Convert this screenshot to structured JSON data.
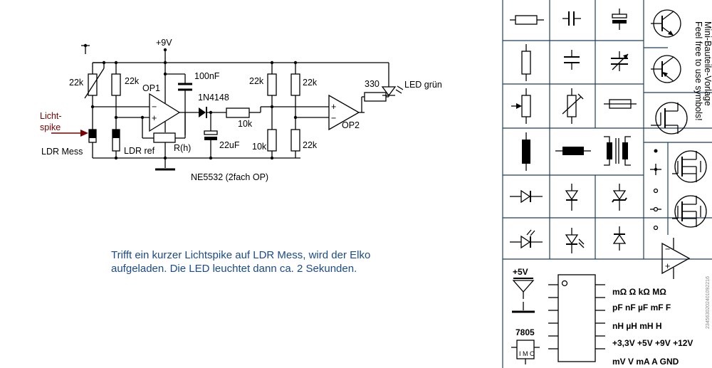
{
  "schematic": {
    "supply": "+9V",
    "labels": {
      "r1": "22k",
      "r2": "22k",
      "r3": "22k",
      "r4": "22k",
      "r5": "22k",
      "c1": "100nF",
      "op1": "OP1",
      "diode": "1N4148",
      "r_10k_a": "10k",
      "r_10k_b": "10k",
      "c2": "22uF",
      "rh": "R(h)",
      "op2": "OP2",
      "r330": "330",
      "led": "LED grün",
      "light_1": "Licht-",
      "light_2": "spike",
      "ldr_mess": "LDR Mess",
      "ldr_ref": "LDR ref",
      "ic": "NE5532 (2fach OP)",
      "plus": "+",
      "minus": "−"
    }
  },
  "note": {
    "text": "Trifft ein kurzer Lichtspike auf LDR Mess, wird der Elko aufgeladen. Die LED leuchtet dann ca. 2 Sekunden."
  },
  "palette": {
    "title_1": "Mini-Bauteile-Vorlage",
    "title_2": "Feel free to use symbols!",
    "watermark": "2345630202401092216",
    "vcc": "+5V",
    "regulator": "7805",
    "reg_pins": "I  M  O",
    "units": [
      "mΩ  Ω  kΩ  MΩ",
      "pF  nF  µF  mF  F",
      "nH  µH  mH  H",
      "+3,3V  +5V  +9V  +12V",
      "mV  V  mA  A    GND"
    ]
  },
  "colors": {
    "wire": "#000000",
    "note": "#1a4a8a",
    "arrow": "#7a0000",
    "grid": "#1f3f5f"
  }
}
